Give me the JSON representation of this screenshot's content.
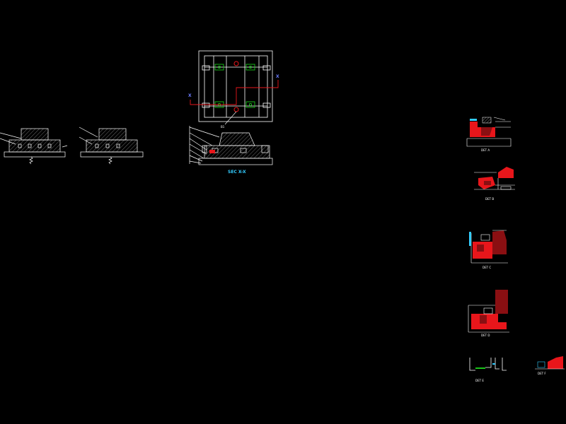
{
  "drawing": {
    "background": "#000000",
    "colors": {
      "line": "#ffffff",
      "accent_red": "#e8161b",
      "accent_green": "#19c419",
      "accent_cyan": "#33ccff",
      "marker_blue": "#6b7cff",
      "dark_red": "#8a0f12"
    }
  },
  "plan_view": {
    "section_mark_left": "X",
    "section_mark_right": "X",
    "callout_label": "B1"
  },
  "section_xx": {
    "title": "SEC X-X"
  },
  "details": [
    {
      "caption": "DET A"
    },
    {
      "caption": "DET B"
    },
    {
      "caption": "DET C"
    },
    {
      "caption": "DET D"
    },
    {
      "caption": "DET E"
    },
    {
      "caption": "DET F"
    }
  ]
}
